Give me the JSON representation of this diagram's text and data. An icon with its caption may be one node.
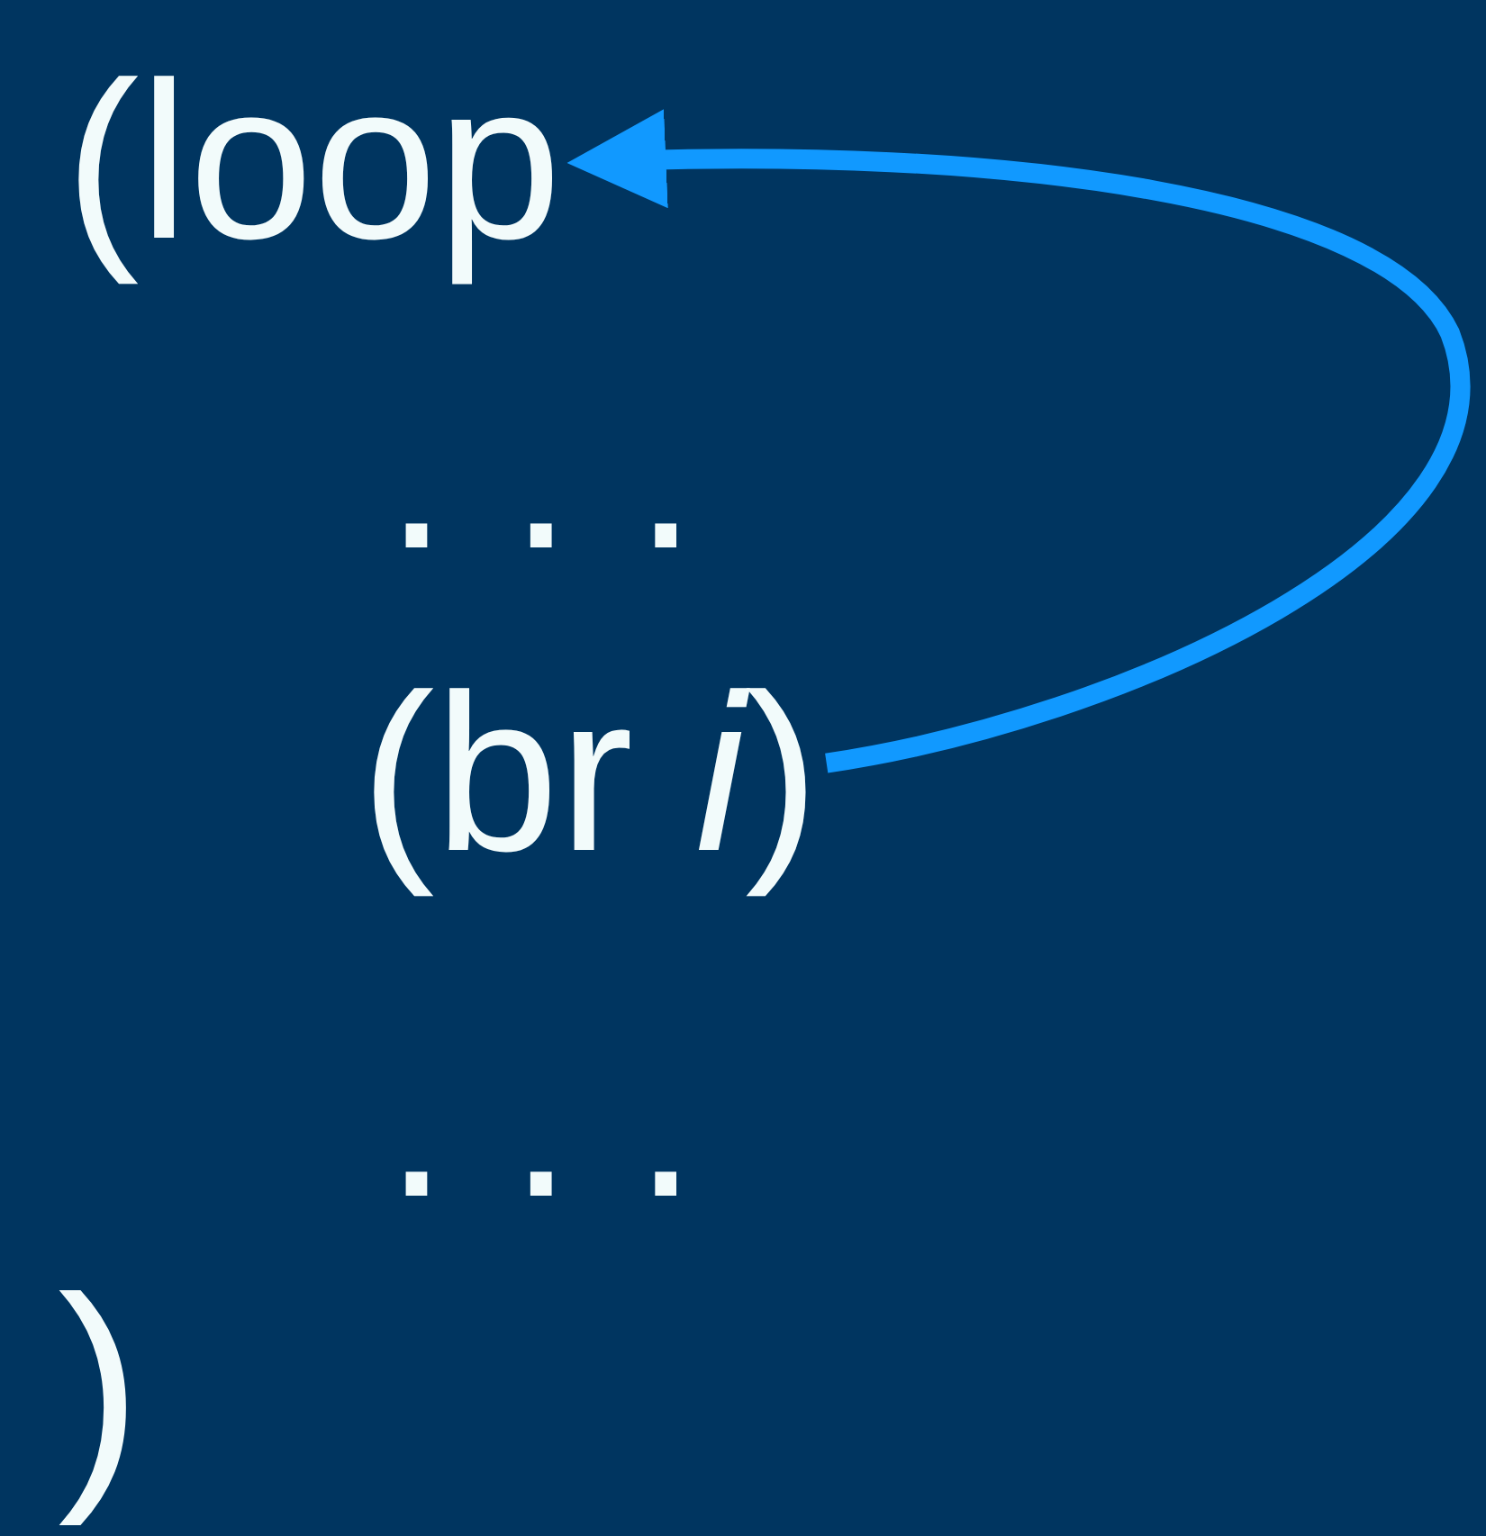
{
  "diagram": {
    "nodes": [
      {
        "text": [
          "(loop"
        ]
      },
      {
        "text": [
          "(br *i*)"
        ]
      }
    ],
    "edges": [
      {
        "from": 1,
        "to": 0,
        "arrow": "to"
      }
    ],
    "labels": [
      "...",
      "...",
      ")"
    ]
  }
}
